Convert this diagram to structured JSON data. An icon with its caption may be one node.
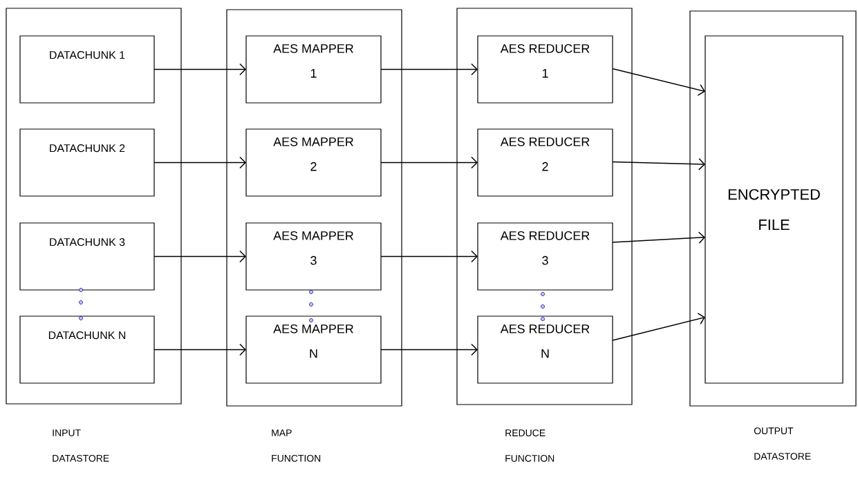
{
  "diagram": {
    "nodes": [
      {
        "text": [],
        "shape": "box",
        "beside": [
          "INPUT DATASTORE"
        ]
      },
      {
        "text": [
          "DATACHUNK 1"
        ],
        "in": 0
      },
      {
        "text": [
          "DATACHUNK 2"
        ],
        "in": 0
      },
      {
        "text": [
          "DATACHUNK 3"
        ],
        "in": 0
      },
      {
        "text": [
          "DATACHUNK N"
        ],
        "in": 0
      },
      {
        "text": [],
        "shape": "box",
        "beside": [
          "MAP FUNCTION"
        ]
      },
      {
        "text": [
          "AES MAPPER 1"
        ],
        "in": 5
      },
      {
        "text": [
          "AES MAPPER 2"
        ],
        "in": 5
      },
      {
        "text": [
          "AES MAPPER 3"
        ],
        "in": 5
      },
      {
        "text": [
          "AES MAPPER N"
        ],
        "in": 5
      },
      {
        "text": [],
        "shape": "box",
        "beside": [
          "REDUCE FUNCTION"
        ]
      },
      {
        "text": [
          "AES REDUCER 1"
        ],
        "in": 10
      },
      {
        "text": [
          "AES REDUCER 2"
        ],
        "in": 10
      },
      {
        "text": [
          "AES REDUCER 3"
        ],
        "in": 10
      },
      {
        "text": [
          "AES REDUCER N"
        ],
        "in": 10
      },
      {
        "text": [],
        "shape": "box",
        "beside": [
          "OUTPUT DATASTORE"
        ]
      },
      {
        "text": [
          "ENCRYPTED FILE"
        ],
        "in": 15
      }
    ],
    "edges": [
      {
        "from": 1,
        "to": 6,
        "arrow": "to"
      },
      {
        "from": 2,
        "to": 7,
        "arrow": "to"
      },
      {
        "from": 3,
        "to": 8,
        "arrow": "to"
      },
      {
        "from": 4,
        "to": 9,
        "arrow": "to"
      },
      {
        "from": 6,
        "to": 11,
        "arrow": "to"
      },
      {
        "from": 7,
        "to": 12,
        "arrow": "to"
      },
      {
        "from": 8,
        "to": 13,
        "arrow": "to"
      },
      {
        "from": 9,
        "to": 14,
        "arrow": "to"
      },
      {
        "from": 11,
        "to": 16,
        "arrow": "to"
      },
      {
        "from": 12,
        "to": 16,
        "arrow": "to"
      },
      {
        "from": 13,
        "to": 16,
        "arrow": "to"
      },
      {
        "from": 14,
        "to": 16,
        "arrow": "to"
      }
    ]
  }
}
